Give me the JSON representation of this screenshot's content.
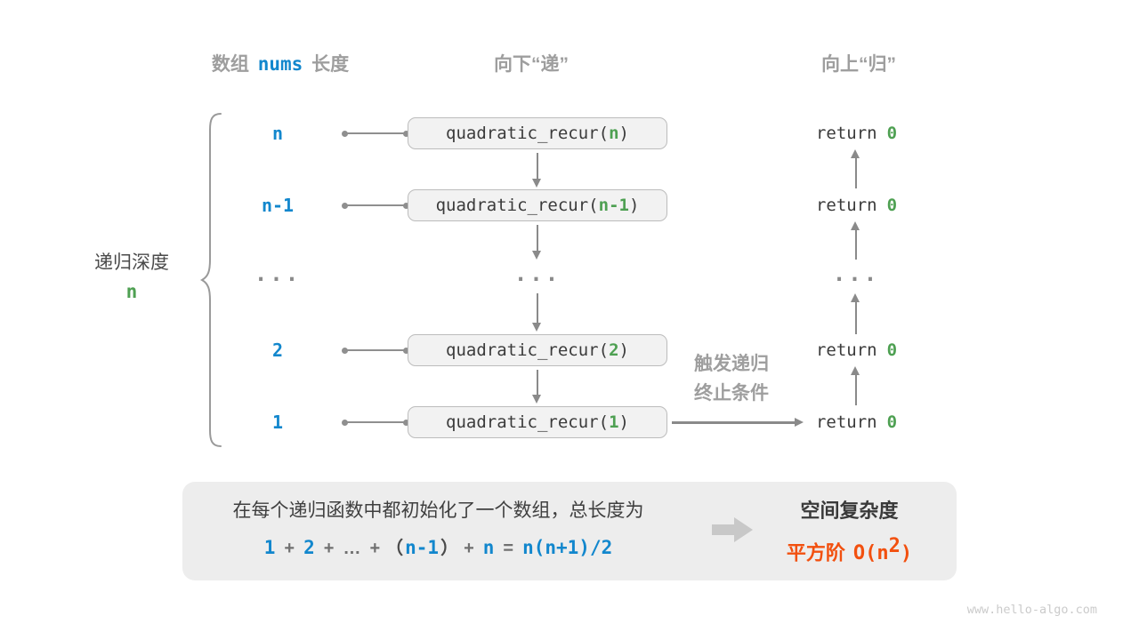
{
  "colors": {
    "blue": "#1287cd",
    "green": "#4ea052",
    "orange": "#f2500f",
    "label_gray": "#9e9e9e",
    "line_gray": "#8a8a8a",
    "code_text": "#3b3b3b",
    "box_bg": "#f2f2f2",
    "panel_bg": "#ededed"
  },
  "headers": {
    "array": {
      "prefix": "数组",
      "var": "nums",
      "suffix": "长度"
    },
    "down": "向下“递”",
    "up": "向上“归”"
  },
  "depth_label": {
    "text": "递归深度",
    "value": "n"
  },
  "rows": [
    {
      "length": "n",
      "call_fn": "quadratic_recur(",
      "param": "n",
      "call_close": ")",
      "ret": "return",
      "ret_val": "0"
    },
    {
      "length": "n-1",
      "call_fn": "quadratic_recur(",
      "param": "n-1",
      "call_close": ")",
      "ret": "return",
      "ret_val": "0"
    },
    {
      "length": "...",
      "middle": "...",
      "right": "..."
    },
    {
      "length": "2",
      "call_fn": "quadratic_recur(",
      "param": "2",
      "call_close": ")",
      "ret": "return",
      "ret_val": "0"
    },
    {
      "length": "1",
      "call_fn": "quadratic_recur(",
      "param": "1",
      "call_close": ")",
      "ret": "return",
      "ret_val": "0"
    }
  ],
  "trigger": {
    "line1": "触发递归",
    "line2": "终止条件"
  },
  "summary": {
    "line1": "在每个递归函数中都初始化了一个数组，总长度为",
    "formula": {
      "t1": "1",
      "op1": "+",
      "t2": "2",
      "op2": "+",
      "dots": "…",
      "op3": "+",
      "open": "（",
      "t3": "n-1",
      "close": "）",
      "op4": "+",
      "t4": "n",
      "eq": "=",
      "t5": "n(n+1)/2"
    }
  },
  "complexity": {
    "title": "空间复杂度",
    "grade": "平方阶",
    "o_open": "O(n",
    "exponent": "2",
    "o_close": ")"
  },
  "watermark": "www.hello-algo.com"
}
